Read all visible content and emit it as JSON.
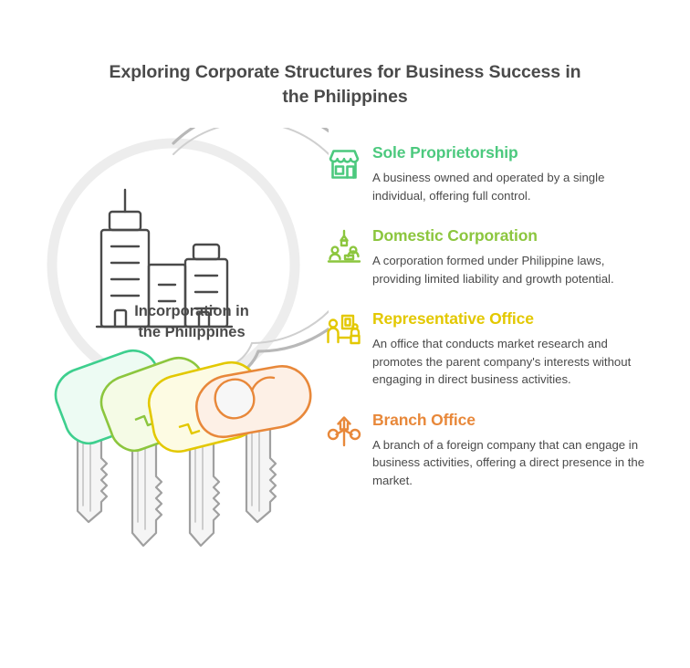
{
  "header": {
    "title": "Exploring Corporate Structures for Business Success in the Philippines"
  },
  "illustration": {
    "name": "keyring-illustration",
    "center_label": "Incorporation in\nthe Philippines",
    "center_label_line1": "Incorporation in",
    "center_label_line2": "the Philippines",
    "center_icon": "office-buildings-icon",
    "ring_color": "#b3b3b3",
    "key_shaft_color": "#9a9a9a",
    "key_shaft_fill": "#f4f4f4",
    "key_head_colors": [
      "#3ECF8E",
      "#8CC63E",
      "#E3C800",
      "#E8883A"
    ]
  },
  "entries": [
    {
      "title": "Sole Proprietorship",
      "desc": "A business owned and operated by a single individual, offering full control.",
      "color": "#4CC97E",
      "icon": "storefront-icon"
    },
    {
      "title": "Domestic Corporation",
      "desc": "A corporation formed under Philippine laws, providing limited liability and growth potential.",
      "color": "#8CC63E",
      "icon": "people-at-desk-icon"
    },
    {
      "title": "Representative Office",
      "desc": "An office that conducts market research and promotes the parent company's interests without engaging in direct business activities.",
      "color": "#E3C800",
      "icon": "person-presentation-icon"
    },
    {
      "title": "Branch Office",
      "desc": "A branch of a foreign company that can engage in business activities, offering a direct presence in the market.",
      "color": "#E8883A",
      "icon": "branch-tree-icon"
    }
  ]
}
